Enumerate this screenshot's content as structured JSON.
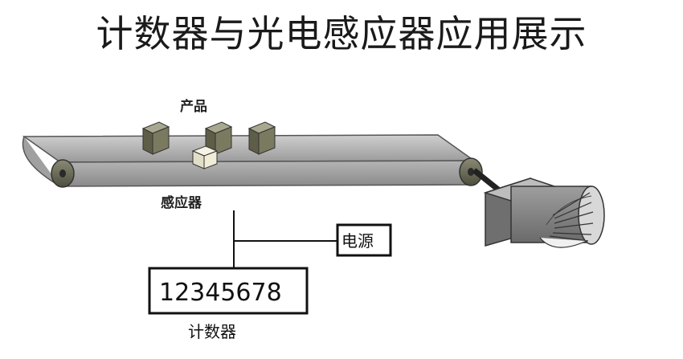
{
  "title": "计数器与光电感应器应用展示",
  "labels": {
    "product": "产品",
    "sensor": "感应器",
    "power": "电源",
    "counter_value": "12345678",
    "counter": "计数器"
  }
}
